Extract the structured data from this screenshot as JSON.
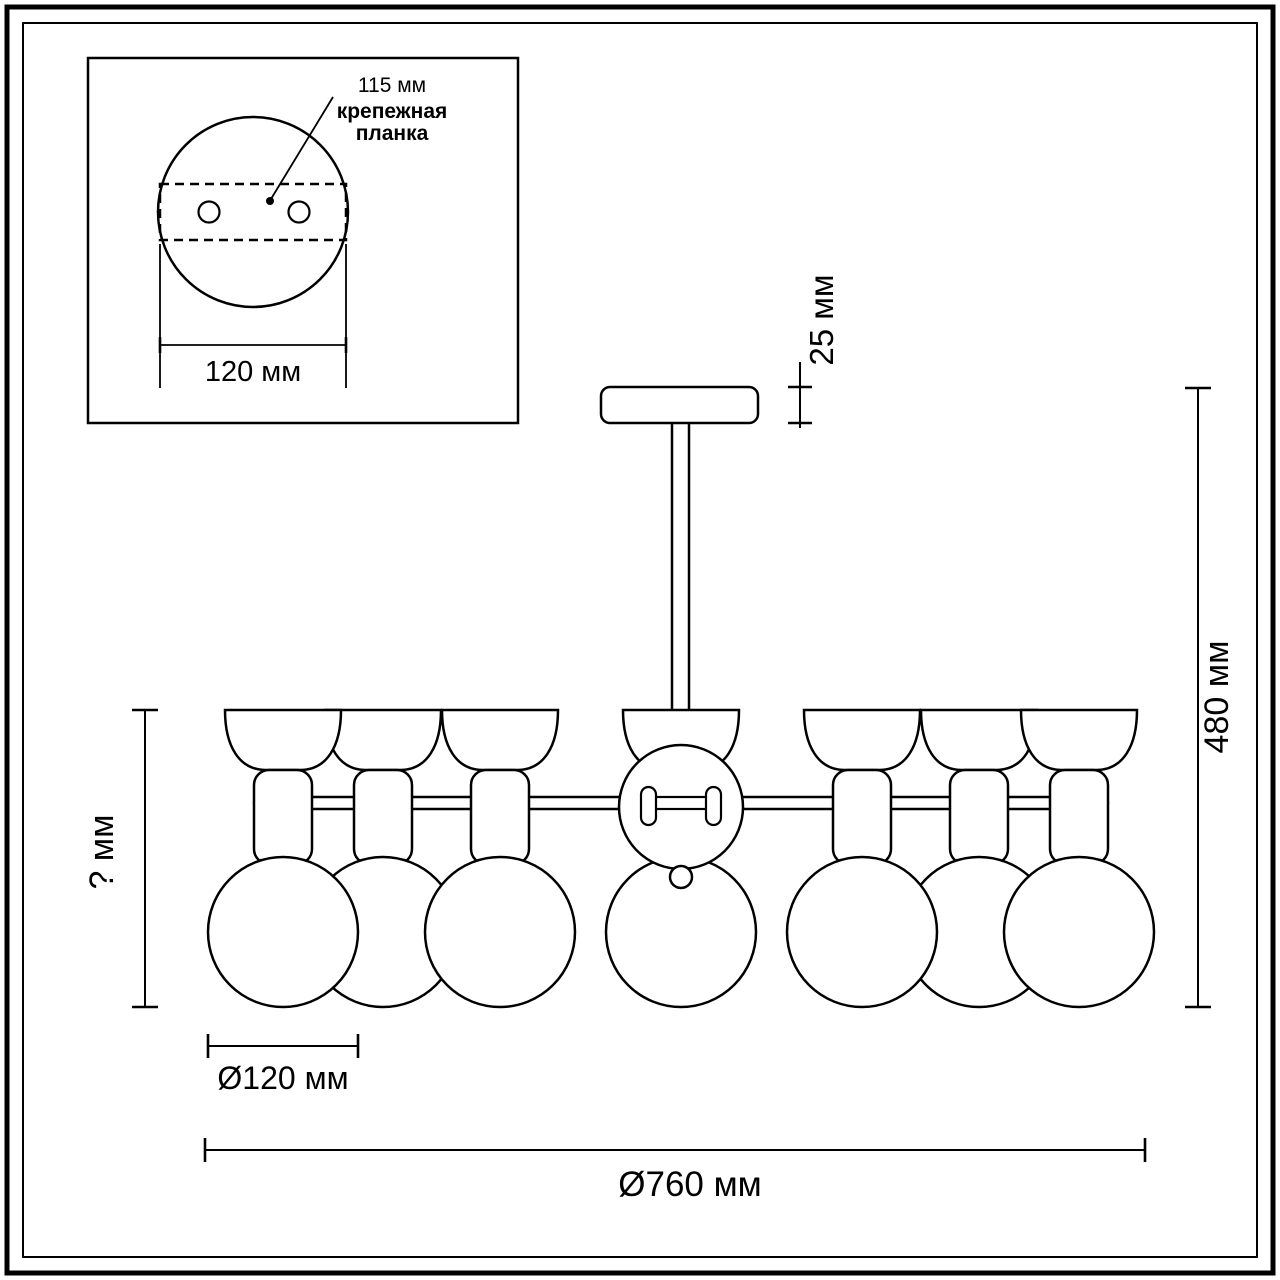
{
  "drawing": {
    "inset": {
      "hole_spacing_label": "115 мм",
      "plate_label_line1": "крепежная",
      "plate_label_line2": "планка",
      "plate_width_label": "120 мм"
    },
    "dims": {
      "canopy_height": "25 мм",
      "fixture_height": "480 мм",
      "shade_drop_height": "? мм",
      "shade_diameter": "Ø120 мм",
      "fixture_diameter": "Ø760 мм"
    },
    "colors": {
      "line": "#000000",
      "background": "#ffffff"
    }
  }
}
